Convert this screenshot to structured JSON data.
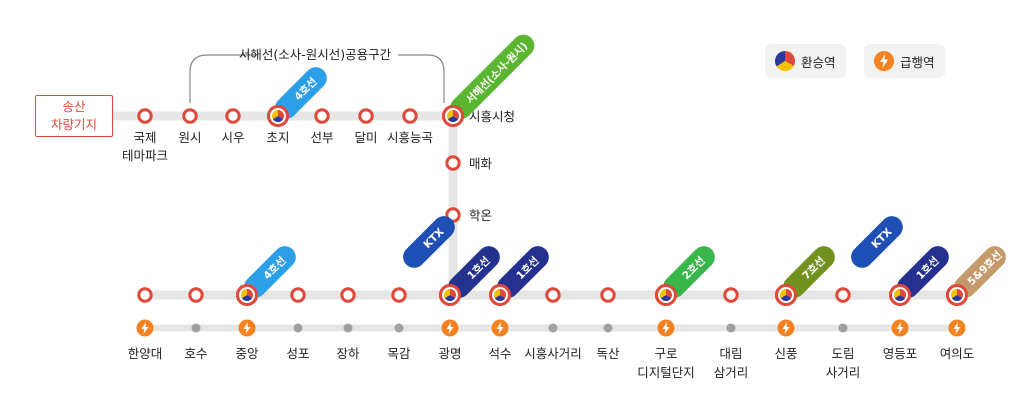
{
  "depot": {
    "line1": "송산",
    "line2": "차량기지"
  },
  "shared_section_label": "서해선(소사-원시선)공용구간",
  "legend": {
    "transfer": "환승역",
    "express": "급행역"
  },
  "colors": {
    "line": "#e6e6e6",
    "station": "#e0483a",
    "express": "#f58220",
    "stop": "#a0a0a0"
  },
  "top_stations": [
    {
      "name": "국제",
      "name2": "테마파크"
    },
    {
      "name": "원시"
    },
    {
      "name": "시우"
    },
    {
      "name": "초지",
      "transfer": true
    },
    {
      "name": "선부"
    },
    {
      "name": "달미"
    },
    {
      "name": "시흥능곡"
    }
  ],
  "vertical_stations": [
    {
      "name": "시흥시청",
      "transfer": true
    },
    {
      "name": "매화"
    },
    {
      "name": "학온"
    }
  ],
  "bottom_stations": [
    {
      "name": "한양대",
      "express": true
    },
    {
      "name": "호수",
      "express": false
    },
    {
      "name": "중앙",
      "express": true,
      "transfer": true
    },
    {
      "name": "성포",
      "express": false
    },
    {
      "name": "장하",
      "express": false
    },
    {
      "name": "목감",
      "express": false
    },
    {
      "name": "광명",
      "express": true,
      "transfer": true
    },
    {
      "name": "석수",
      "express": true,
      "transfer": true
    },
    {
      "name": "시흥사거리",
      "express": false
    },
    {
      "name": "독산",
      "express": false
    },
    {
      "name": "구로",
      "name2": "디지털단지",
      "express": true,
      "transfer": true
    },
    {
      "name": "대림",
      "name2": "삼거리",
      "express": false
    },
    {
      "name": "신풍",
      "express": true,
      "transfer": true
    },
    {
      "name": "도림",
      "name2": "사거리",
      "express": false
    },
    {
      "name": "영등포",
      "express": true,
      "transfer": true
    },
    {
      "name": "여의도",
      "express": true,
      "transfer": true
    }
  ],
  "badges": [
    {
      "label": "4호선",
      "color": "#2d9ee8"
    },
    {
      "label": "서해선(소사-원시)",
      "color": "#5cb531"
    },
    {
      "label": "4호선",
      "color": "#2d9ee8"
    },
    {
      "label": "KTX",
      "color": "#1e4fb4"
    },
    {
      "label": "1호선",
      "color": "#24318e"
    },
    {
      "label": "1호선",
      "color": "#24318e"
    },
    {
      "label": "2호선",
      "color": "#3ab54a"
    },
    {
      "label": "7호선",
      "color": "#73911f"
    },
    {
      "label": "KTX",
      "color": "#1e4fb4"
    },
    {
      "label": "1호선",
      "color": "#24318e"
    },
    {
      "label": "5&9호선",
      "color": "#c49a6c"
    }
  ]
}
